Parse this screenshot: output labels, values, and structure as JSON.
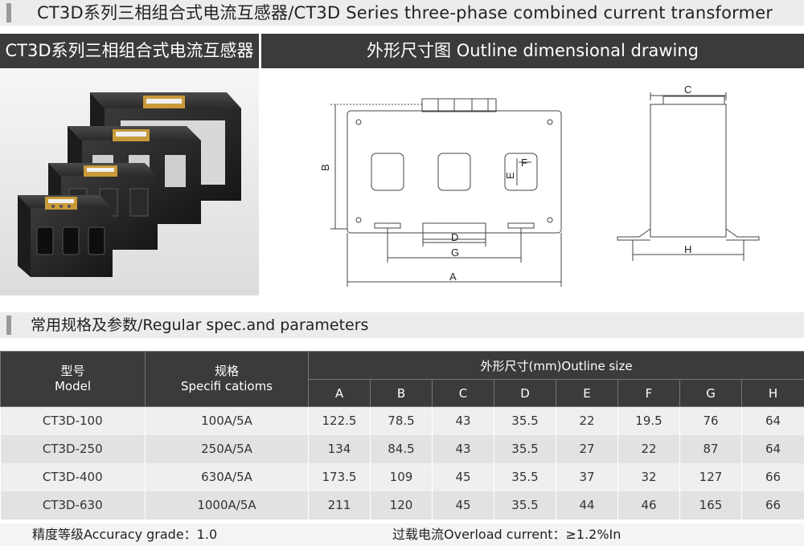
{
  "page": {
    "title": "CT3D系列三相组合式电流互感器/CT3D Series three-phase combined current transformer",
    "product_header": "CT3D系列三相组合式电流互感器",
    "drawing_header": "外形尺寸图 Outline dimensional drawing",
    "spec_section_title": "常用规格及参数/Regular spec.and parameters"
  },
  "drawing": {
    "labels": {
      "A": "A",
      "B": "B",
      "C": "C",
      "D": "D",
      "E": "E",
      "F": "F",
      "G": "G",
      "H": "H"
    }
  },
  "table": {
    "model_cn": "型号",
    "model_en": "Model",
    "spec_cn": "规格",
    "spec_en": "Specifi catioms",
    "outline_header": "外形尺寸(mm)Outline size",
    "columns": [
      "A",
      "B",
      "C",
      "D",
      "E",
      "F",
      "G",
      "H"
    ],
    "rows": [
      {
        "model": "CT3D-100",
        "spec": "100A/5A",
        "values": [
          "122.5",
          "78.5",
          "43",
          "35.5",
          "22",
          "19.5",
          "76",
          "64"
        ]
      },
      {
        "model": "CT3D-250",
        "spec": "250A/5A",
        "values": [
          "134",
          "84.5",
          "43",
          "35.5",
          "27",
          "22",
          "87",
          "64"
        ]
      },
      {
        "model": "CT3D-400",
        "spec": "630A/5A",
        "values": [
          "173.5",
          "109",
          "45",
          "35.5",
          "37",
          "32",
          "127",
          "66"
        ]
      },
      {
        "model": "CT3D-630",
        "spec": "1000A/5A",
        "values": [
          "211",
          "120",
          "45",
          "35.5",
          "44",
          "46",
          "165",
          "66"
        ]
      }
    ]
  },
  "footer": {
    "accuracy": "精度等级Accuracy grade：1.0",
    "overload": "过载电流Overload current：≥1.2%In"
  }
}
